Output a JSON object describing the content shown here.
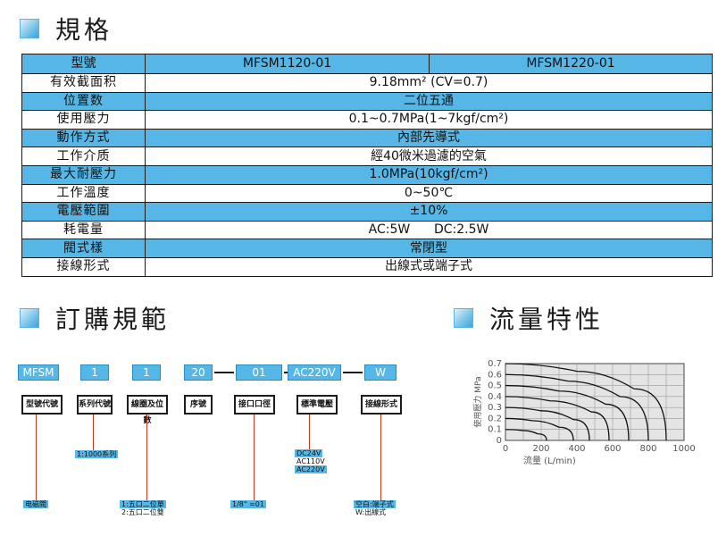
{
  "sections": {
    "spec_title": "規格",
    "order_title": "訂購規範",
    "flow_title": "流量特性"
  },
  "spec_table": {
    "header": [
      "型號",
      "MFSM1120-01",
      "MFSM1220-01"
    ],
    "rows": [
      {
        "label": "有效截面积",
        "value": "9.18mm² (CV=0.7)"
      },
      {
        "label": "位置数",
        "value": "二位五通"
      },
      {
        "label": "使用壓力",
        "value": "0.1~0.7MPa(1~7kgf/cm²)"
      },
      {
        "label": "動作方式",
        "value": "內部先導式"
      },
      {
        "label": "工作介质",
        "value": "經40微米過濾的空氣"
      },
      {
        "label": "最大耐壓力",
        "value": "1.0MPa(10kgf/cm²)"
      },
      {
        "label": "工作溫度",
        "value": "0~50℃"
      },
      {
        "label": "電壓範圍",
        "value": "±10%"
      },
      {
        "label": "耗電量",
        "value": "AC:5W      DC:2.5W"
      },
      {
        "label": "閥式樣",
        "value": "常閉型"
      },
      {
        "label": "接線形式",
        "value": "出線式或端子式"
      }
    ]
  },
  "order_code": {
    "boxes": [
      "MFSM",
      "1",
      "1",
      "20",
      "01",
      "AC220V",
      "W"
    ],
    "labels": [
      "型號代號",
      "系列代號",
      "線圈及位數",
      "序號",
      "接口口徑",
      "標準電壓",
      "接線形式"
    ],
    "options": {
      "model": "电磁閥",
      "series": "1:1000系列",
      "coil_1": "1:五口二位單",
      "coil_2": "2:五口二位雙",
      "port": "1/8\" =01",
      "voltage_1": "DC24V",
      "voltage_2": "AC110V",
      "voltage_3": "AC220V",
      "wiring_1": "空白:端子式",
      "wiring_2": "W:出線式"
    }
  },
  "chart_data": {
    "type": "line",
    "xlabel": "流量  (L/min)",
    "ylabel": "使用壓力  MPa",
    "xlim": [
      0,
      1000
    ],
    "ylim": [
      0,
      0.7
    ],
    "x_ticks": [
      "0",
      "200",
      "400",
      "600",
      "800",
      "1000"
    ],
    "y_ticks": [
      "0",
      "0.1",
      "0.2",
      "0.3",
      "0.4",
      "0.5",
      "0.6",
      "0.7"
    ],
    "series": [
      {
        "values": [
          [
            0,
            0.1
          ],
          [
            100,
            0.09
          ],
          [
            180,
            0.06
          ],
          [
            230,
            0
          ]
        ]
      },
      {
        "values": [
          [
            0,
            0.2
          ],
          [
            150,
            0.18
          ],
          [
            300,
            0.12
          ],
          [
            380,
            0
          ]
        ]
      },
      {
        "values": [
          [
            0,
            0.3
          ],
          [
            200,
            0.27
          ],
          [
            380,
            0.19
          ],
          [
            470,
            0
          ]
        ]
      },
      {
        "values": [
          [
            0,
            0.4
          ],
          [
            250,
            0.36
          ],
          [
            480,
            0.26
          ],
          [
            580,
            0
          ]
        ]
      },
      {
        "values": [
          [
            0,
            0.5
          ],
          [
            300,
            0.45
          ],
          [
            560,
            0.33
          ],
          [
            690,
            0
          ]
        ]
      },
      {
        "values": [
          [
            0,
            0.6
          ],
          [
            350,
            0.54
          ],
          [
            640,
            0.4
          ],
          [
            800,
            0
          ]
        ]
      },
      {
        "values": [
          [
            0,
            0.7
          ],
          [
            400,
            0.63
          ],
          [
            720,
            0.47
          ],
          [
            900,
            0
          ]
        ]
      }
    ],
    "colors": {
      "line": "#111111",
      "grid": "#9a9a9a",
      "plot_bg": "#e4e4e4",
      "text": "#555555"
    }
  }
}
